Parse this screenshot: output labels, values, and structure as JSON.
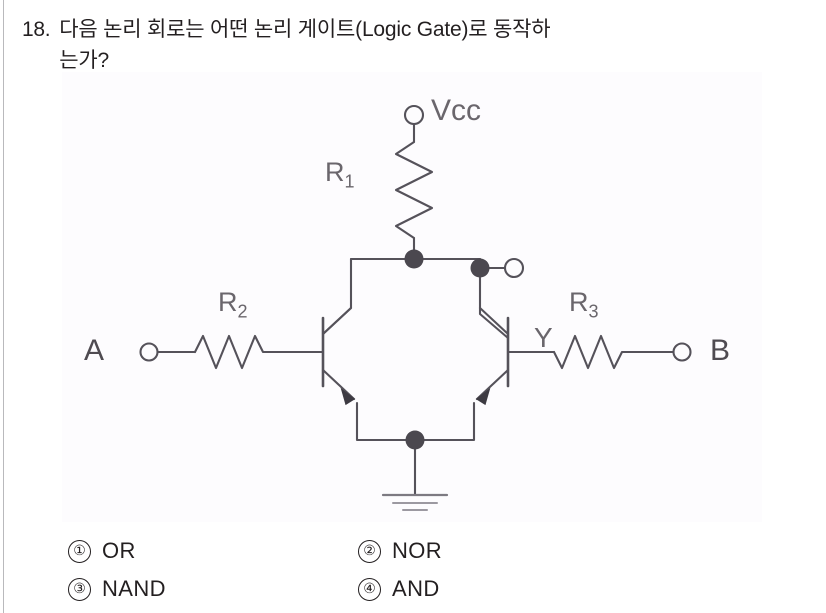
{
  "question": {
    "number": "18.",
    "text": "다음 논리 회로는 어떤 논리 게이트(Logic Gate)로 동작하",
    "text_tail": "는가?"
  },
  "figure": {
    "labels": {
      "vcc": "Vcc",
      "r1": "R",
      "r1_sub": "1",
      "r2": "R",
      "r2_sub": "2",
      "r3": "R",
      "r3_sub": "3",
      "output_y": "Y",
      "input_a": "A",
      "input_b": "B"
    },
    "components": {
      "supply_terminal": "vcc-terminal-icon",
      "pullup_resistor": "resistor-r1-icon",
      "input_a_resistor": "resistor-r2-icon",
      "input_b_resistor": "resistor-r3-icon",
      "transistor_left": "npn-transistor-icon",
      "transistor_right": "npn-transistor-icon",
      "ground": "ground-icon",
      "junction_collector": "junction-dot",
      "junction_output": "junction-dot",
      "junction_emitter": "junction-dot"
    },
    "colors": {
      "ink": "#55525a",
      "ink_dark": "#3d3a42",
      "paper": "#fdfcfe"
    }
  },
  "choices": [
    {
      "marker": "①",
      "label": "OR"
    },
    {
      "marker": "②",
      "label": "NOR"
    },
    {
      "marker": "③",
      "label": "NAND"
    },
    {
      "marker": "④",
      "label": "AND"
    }
  ]
}
